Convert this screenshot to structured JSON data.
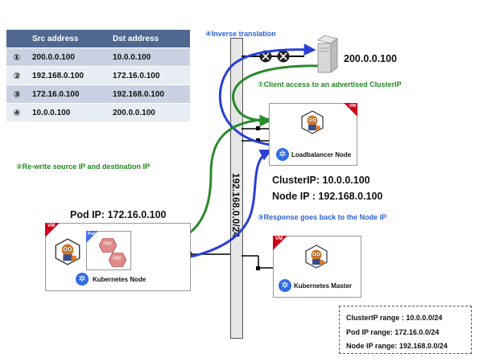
{
  "table": {
    "headers": [
      "Src address",
      "Dst address"
    ],
    "rows": [
      {
        "num": "①",
        "src": "200.0.0.100",
        "dst": "10.0.0.100"
      },
      {
        "num": "②",
        "src": "192.168.0.100",
        "dst": "172.16.0.100"
      },
      {
        "num": "③",
        "src": "172.16.0.100",
        "dst": "192.168.0.100"
      },
      {
        "num": "④",
        "src": "10.0.0.100",
        "dst": "200.0.0.100"
      }
    ]
  },
  "notes": {
    "inverse": "④Inverse translation",
    "client": "①Client access to an advertised ClusterIP",
    "rewrite": "②Re-write source IP and destination IP",
    "response": "③Response goes back to the Node IP"
  },
  "labels": {
    "external_ip": "200.0.0.100",
    "subnet": "192.168.0.0/24",
    "cluster_ip": "ClusterIP: 10.0.0.100",
    "node_ip": "Node IP : 192.168.0.100",
    "pod_ip": "Pod IP: 172.16.0.100"
  },
  "nodes": {
    "loadbalancer": "Loadbalancer Node",
    "kubernetes_node": "Kubernetes Node",
    "master": "Kubernetes Master",
    "vm_tag": "VM",
    "pod_tag": "Pod",
    "app": "App"
  },
  "ranges": [
    "ClusterIP range : 10.0.0.0/24",
    "Pod IP range: 172.16.0.0/24",
    "Node IP range: 192.168.0.0/24"
  ],
  "colors": {
    "green": "#1f8a1f",
    "blue": "#2a62d6",
    "vm_red": "#d0021b",
    "table_header": "#50688f"
  }
}
